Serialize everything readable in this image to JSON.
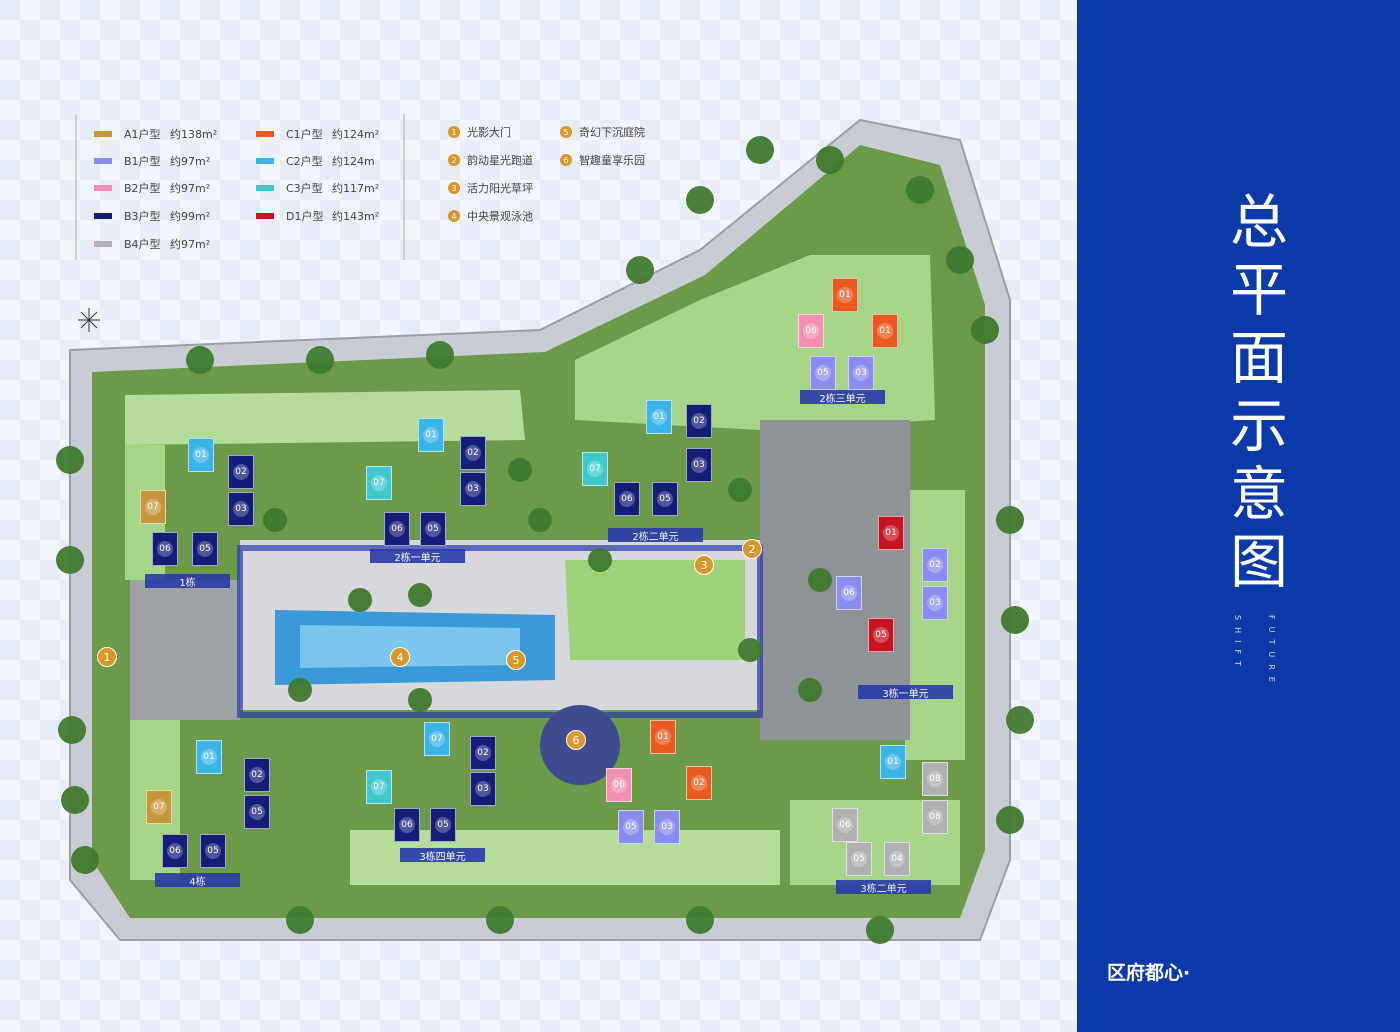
{
  "legend": {
    "units": [
      {
        "name": "A1户型",
        "area": "约138m²",
        "color": "#c8963a"
      },
      {
        "name": "B1户型",
        "area": "约97m²",
        "color": "#8a8cf0"
      },
      {
        "name": "B2户型",
        "area": "约97m²",
        "color": "#f28fb0"
      },
      {
        "name": "B3户型",
        "area": "约99m²",
        "color": "#141e78"
      },
      {
        "name": "B4户型",
        "area": "约97m²",
        "color": "#b0b0b0"
      },
      {
        "name": "C1户型",
        "area": "约124m²",
        "color": "#e85a20"
      },
      {
        "name": "C2户型",
        "area": "约124m",
        "color": "#3cb4e8"
      },
      {
        "name": "C3户型",
        "area": "约117m²",
        "color": "#40c8d0"
      },
      {
        "name": "D1户型",
        "area": "约143m²",
        "color": "#c81420"
      }
    ],
    "features": [
      {
        "num": "1",
        "label": "光影大门"
      },
      {
        "num": "2",
        "label": "韵动星光跑道"
      },
      {
        "num": "3",
        "label": "活力阳光草坪"
      },
      {
        "num": "4",
        "label": "中央景观泳池"
      },
      {
        "num": "5",
        "label": "奇幻下沉庭院"
      },
      {
        "num": "6",
        "label": "智趣童享乐园"
      }
    ]
  },
  "buildings": {
    "b1": "1栋",
    "b2_1": "2栋一单元",
    "b2_2": "2栋二单元",
    "b2_3": "2栋三单元",
    "b3_1": "3栋一单元",
    "b3_2": "3栋二单元",
    "b3_4": "3栋四单元",
    "b4": "4栋"
  },
  "panel": {
    "title": "总平面示意图",
    "vertical_1": "SHIFT",
    "vertical_2": "FUTURE",
    "slogan": "区府都心·"
  },
  "colors": {
    "panel_blue": "#0b3aa8",
    "A1": "#c8963a",
    "B1": "#8a8cf0",
    "B2": "#f28fb0",
    "B3": "#141e78",
    "B4": "#b0b0b0",
    "C1": "#e85a20",
    "C2": "#3cb4e8",
    "C3": "#40c8d0",
    "D1": "#c81420"
  },
  "units": [
    {
      "t": "C2",
      "l": "01"
    },
    {
      "t": "B3",
      "l": "02"
    },
    {
      "t": "B3",
      "l": "03"
    },
    {
      "t": "A1",
      "l": "07"
    },
    {
      "t": "B3",
      "l": "06"
    },
    {
      "t": "B3",
      "l": "05"
    },
    {
      "t": "C2",
      "l": "01"
    },
    {
      "t": "B3",
      "l": "02"
    },
    {
      "t": "B3",
      "l": "03"
    },
    {
      "t": "C3",
      "l": "07"
    },
    {
      "t": "B3",
      "l": "06"
    },
    {
      "t": "B3",
      "l": "05"
    },
    {
      "t": "C2",
      "l": "01"
    },
    {
      "t": "B3",
      "l": "02"
    },
    {
      "t": "B3",
      "l": "03"
    },
    {
      "t": "C3",
      "l": "07"
    },
    {
      "t": "B3",
      "l": "06"
    },
    {
      "t": "B3",
      "l": "05"
    },
    {
      "t": "C1",
      "l": "01"
    },
    {
      "t": "C1",
      "l": "01"
    },
    {
      "t": "B2",
      "l": "06"
    },
    {
      "t": "B1",
      "l": "05"
    },
    {
      "t": "B1",
      "l": "03"
    },
    {
      "t": "D1",
      "l": "01"
    },
    {
      "t": "B1",
      "l": "02"
    },
    {
      "t": "B1",
      "l": "03"
    },
    {
      "t": "B1",
      "l": "06"
    },
    {
      "t": "D1",
      "l": "05"
    },
    {
      "t": "C2",
      "l": "01"
    },
    {
      "t": "B4",
      "l": "08"
    },
    {
      "t": "B4",
      "l": "08"
    },
    {
      "t": "B4",
      "l": "06"
    },
    {
      "t": "B4",
      "l": "05"
    },
    {
      "t": "B4",
      "l": "04"
    },
    {
      "t": "C1",
      "l": "01"
    },
    {
      "t": "C1",
      "l": "02"
    },
    {
      "t": "B2",
      "l": "06"
    },
    {
      "t": "B1",
      "l": "05"
    },
    {
      "t": "B1",
      "l": "03"
    },
    {
      "t": "C2",
      "l": "07"
    },
    {
      "t": "B3",
      "l": "02"
    },
    {
      "t": "B3",
      "l": "03"
    },
    {
      "t": "C3",
      "l": "07"
    },
    {
      "t": "B3",
      "l": "06"
    },
    {
      "t": "B3",
      "l": "05"
    },
    {
      "t": "C2",
      "l": "01"
    },
    {
      "t": "B3",
      "l": "02"
    },
    {
      "t": "B3",
      "l": "05"
    },
    {
      "t": "A1",
      "l": "07"
    },
    {
      "t": "B3",
      "l": "06"
    },
    {
      "t": "B3",
      "l": "05"
    }
  ]
}
